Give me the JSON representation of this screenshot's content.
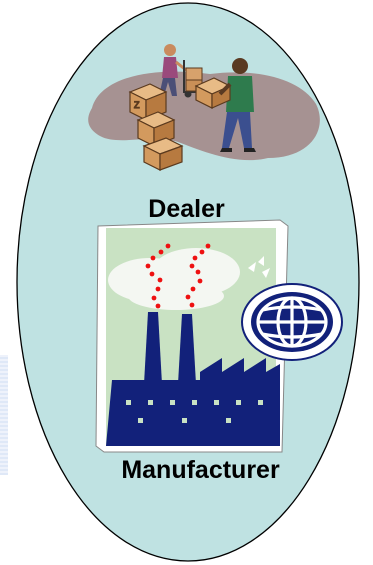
{
  "diagram": {
    "title": "",
    "nodes": [
      {
        "id": "dealer",
        "label": "Dealer",
        "icon": "delivery-boxes-clipart"
      },
      {
        "id": "manufacturer",
        "label": "Manufacturer",
        "icon": "factory-clipart",
        "badge_icon": "globe-icon"
      }
    ]
  },
  "colors": {
    "ellipse_fill": "#bfe2e2",
    "ellipse_stroke": "#000000",
    "factory_navy": "#12217a",
    "smoke_dots": "#ee1111",
    "poster_bg": "#c9e2c3",
    "ground": "#a99898"
  }
}
